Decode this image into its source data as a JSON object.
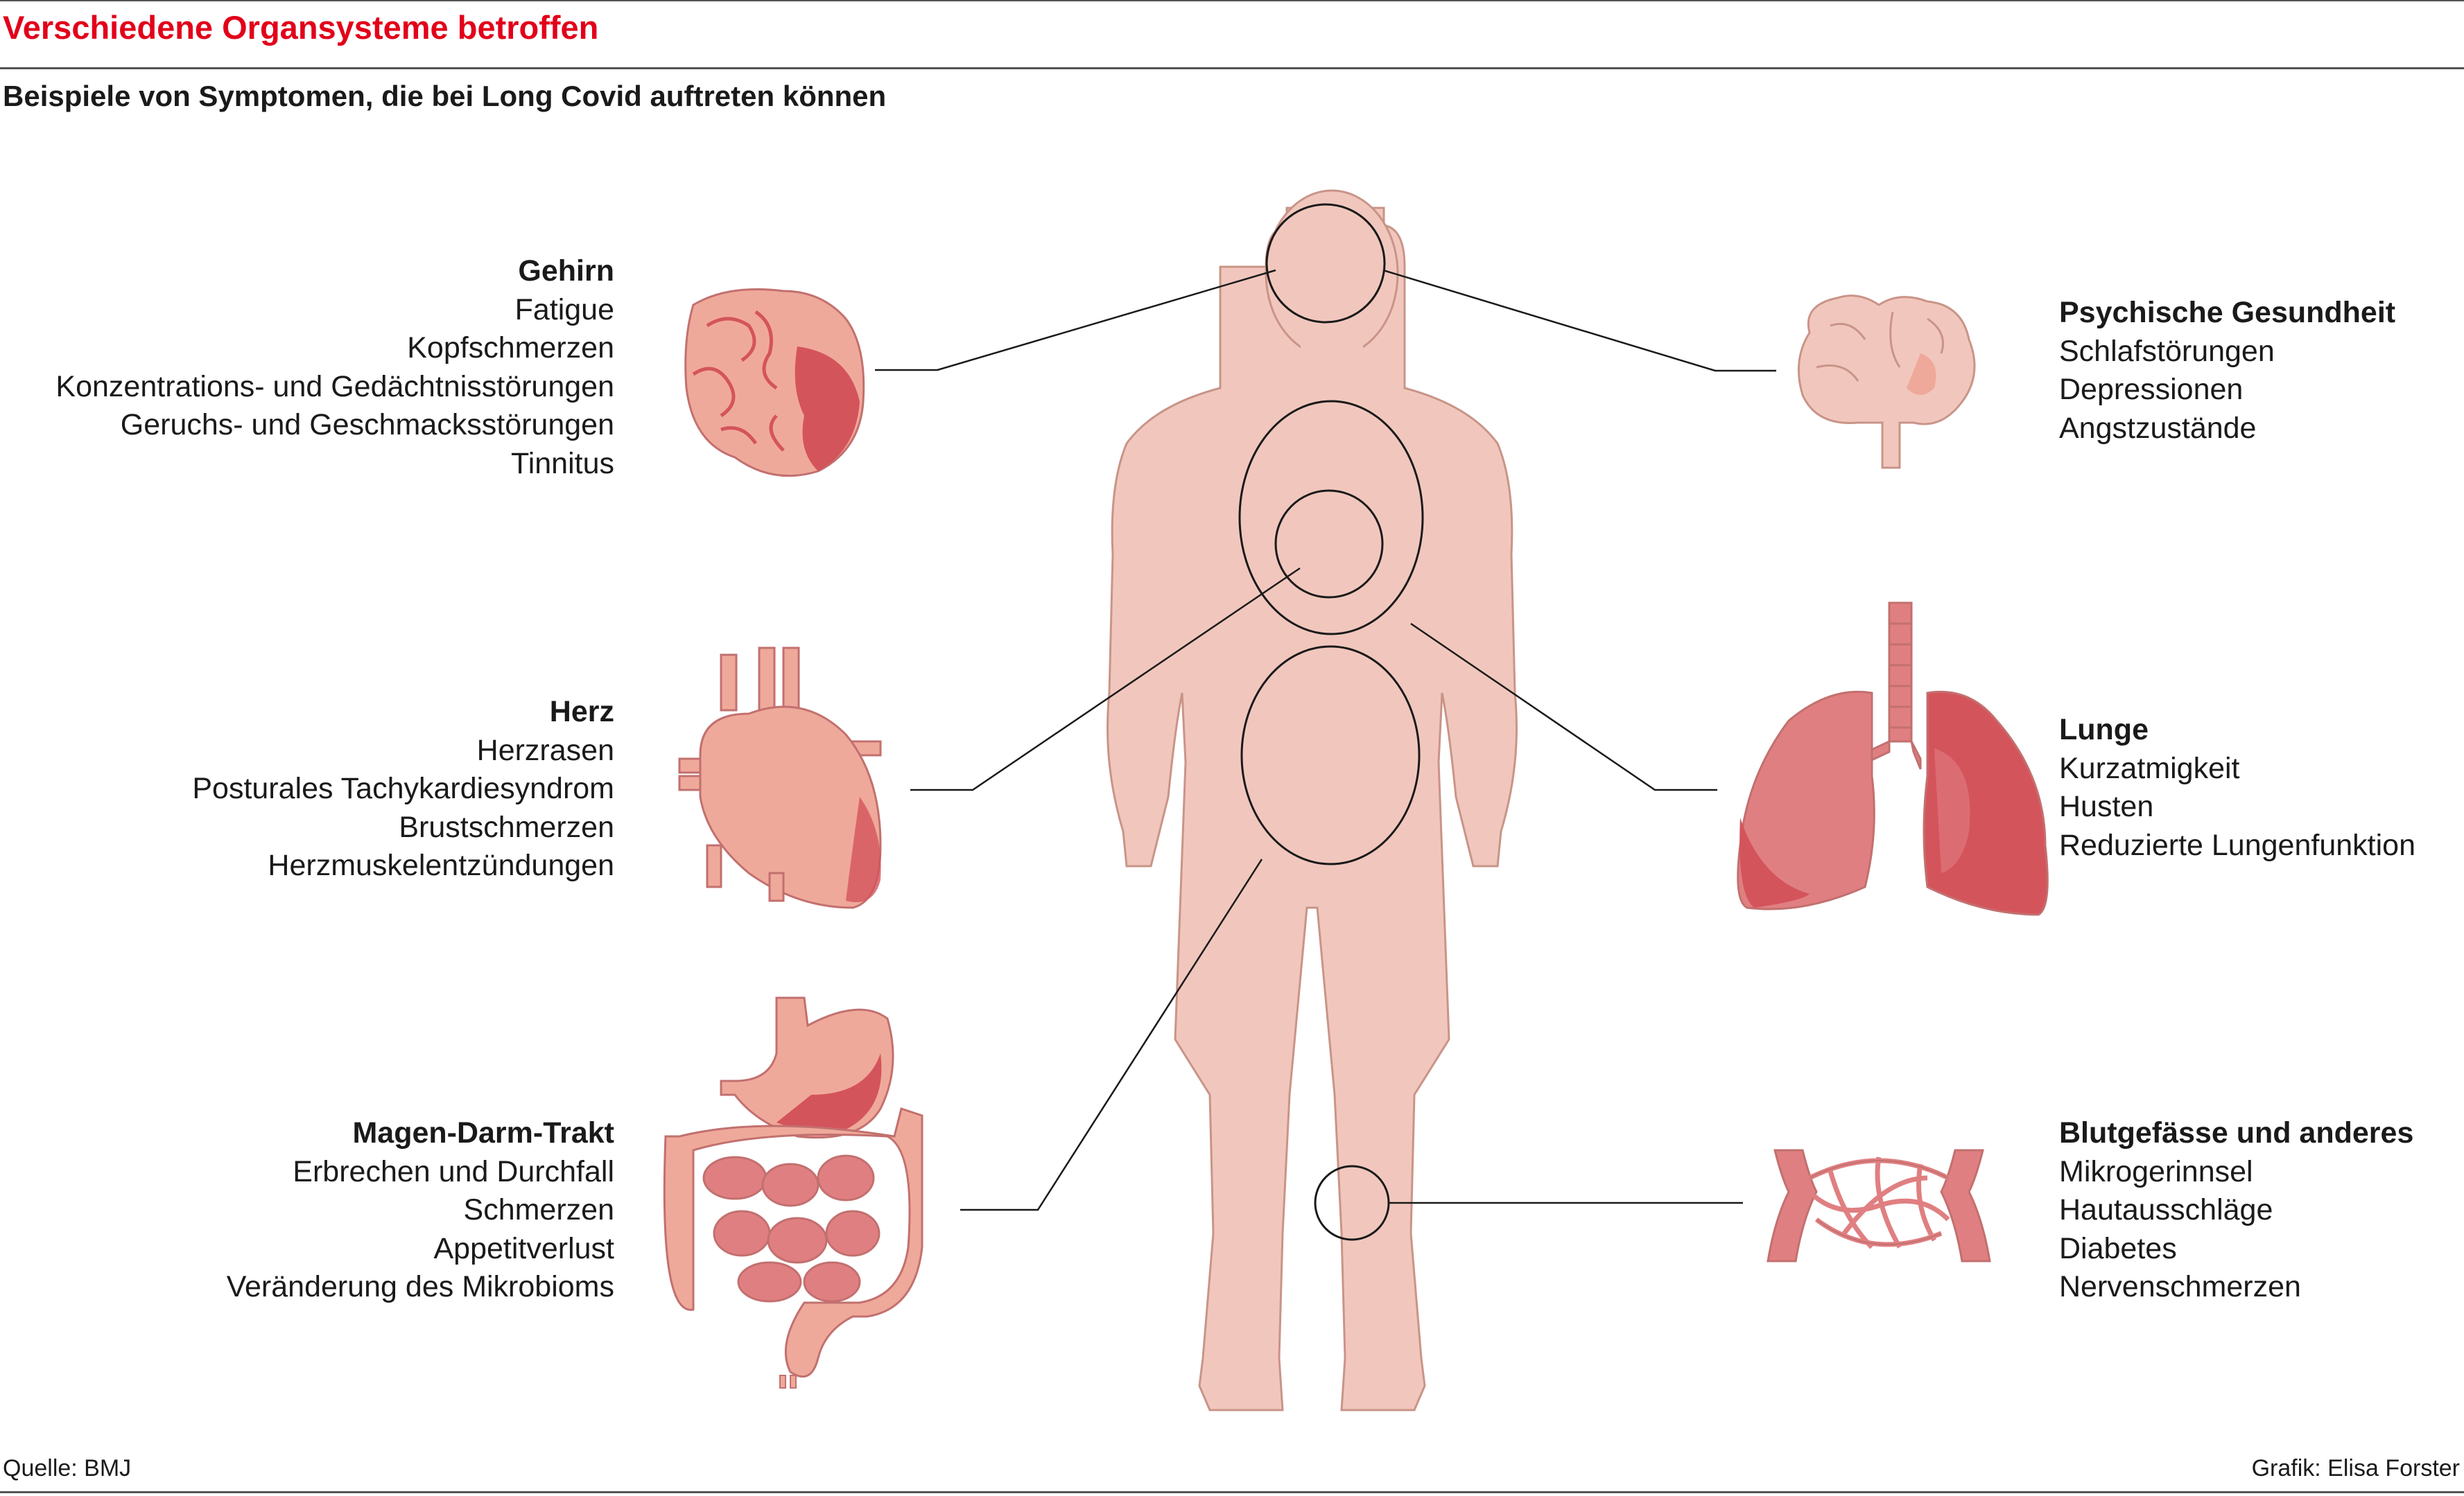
{
  "title": "Verschiedene Organsysteme betroffen",
  "subtitle": "Beispiele von Symptomen, die bei Long Covid auftreten können",
  "colors": {
    "title": "#e2001a",
    "skin": "#f1c7bd",
    "organ_light": "#efa99a",
    "organ_dark": "#d4545c",
    "outline": "#1a1a1a"
  },
  "organs": {
    "brain": {
      "heading": "Gehirn",
      "symptoms": [
        "Fatigue",
        "Kopfschmerzen",
        "Konzentrations- und Gedächtnisstörungen",
        "Geruchs- und Geschmacksstörungen",
        "Tinnitus"
      ]
    },
    "heart": {
      "heading": "Herz",
      "symptoms": [
        "Herzrasen",
        "Posturales Tachykardiesyndrom",
        "Brustschmerzen",
        "Herzmuskelentzündungen"
      ]
    },
    "gut": {
      "heading": "Magen-Darm-Trakt",
      "symptoms": [
        "Erbrechen und Durchfall",
        "Schmerzen",
        "Appetitverlust",
        "Veränderung des Mikrobioms"
      ]
    },
    "mind": {
      "heading": "Psychische Gesundheit",
      "symptoms": [
        "Schlafstörungen",
        "Depressionen",
        "Angstzustände"
      ]
    },
    "lung": {
      "heading": "Lunge",
      "symptoms": [
        "Kurzatmigkeit",
        "Husten",
        "Reduzierte Lungenfunktion"
      ]
    },
    "vessels": {
      "heading": "Blutgefässe und anderes",
      "symptoms": [
        "Mikrogerinnsel",
        "Hautausschläge",
        "Diabetes",
        "Nervenschmerzen"
      ]
    }
  },
  "footer": {
    "source": "Quelle: BMJ",
    "credit": "Grafik: Elisa Forster"
  }
}
